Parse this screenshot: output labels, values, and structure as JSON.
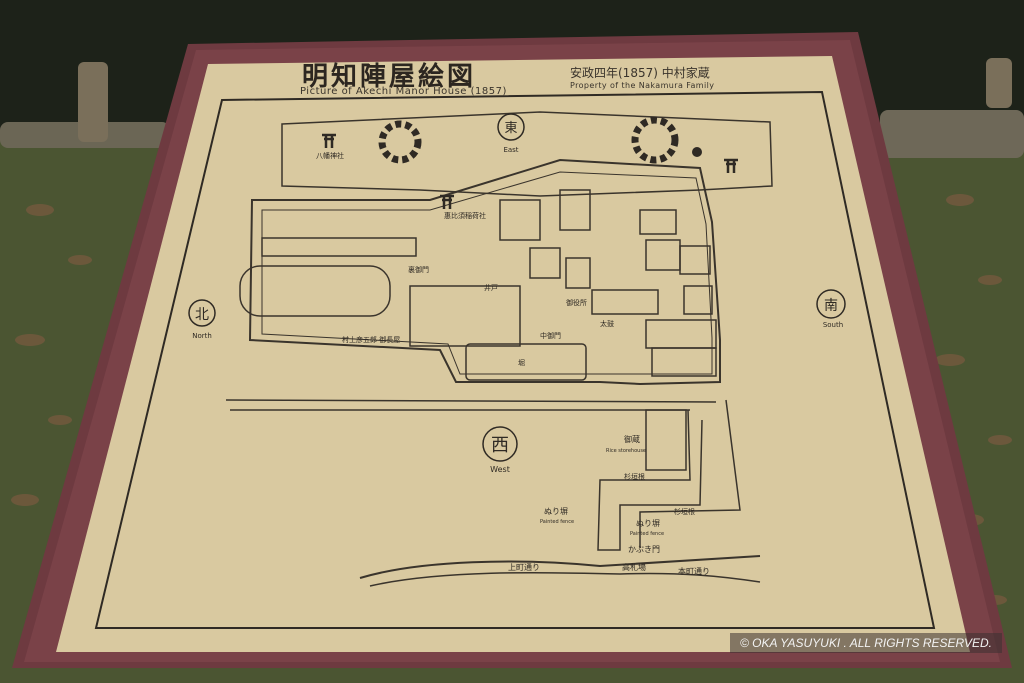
{
  "sign": {
    "title_jp": "明知陣屋絵図",
    "title_en": "Picture of Akechi Manor House (1857)",
    "subtitle_jp": "安政四年(1857) 中村家蔵",
    "subtitle_en": "Property of the Nakamura Family"
  },
  "compass": {
    "east": "東",
    "east_label": "East",
    "west": "西",
    "west_label": "West",
    "north": "北",
    "north_label": "North",
    "south": "南",
    "south_label": "South"
  },
  "map_labels": {
    "shrine_hachiman": "八幡神社",
    "shrine_inari": "惠比須稲荷社",
    "waterway_right": "上町通り",
    "waterway_center": "高札場",
    "waterway_far": "本町通り",
    "storehouse": "御蔵",
    "storehouse_en": "Rice storehouse",
    "gate_main": "かぶき門",
    "painted_fence_left": "ぬり塀",
    "painted_fence_left_en": "Painted fence",
    "painted_fence_right": "ぬり塀",
    "painted_fence_right_en": "Painted fence",
    "cedar_fence_top": "杉垣根",
    "cedar_fence_bottom": "杉垣根",
    "north_side_house": "村上彦五郎 御長屋",
    "gate_back": "裏御門",
    "gate_middle": "中御門",
    "well": "井戸",
    "hall": "御役所",
    "drum": "太鼓",
    "pond": "堀"
  },
  "copyright": "© OKA YASUYUKI . ALL RIGHTS RESERVED.",
  "colors": {
    "panel": "#d9c9a0",
    "frame": "#6e3a40",
    "ink": "#2f2a24",
    "grass": "#4d5a34"
  }
}
